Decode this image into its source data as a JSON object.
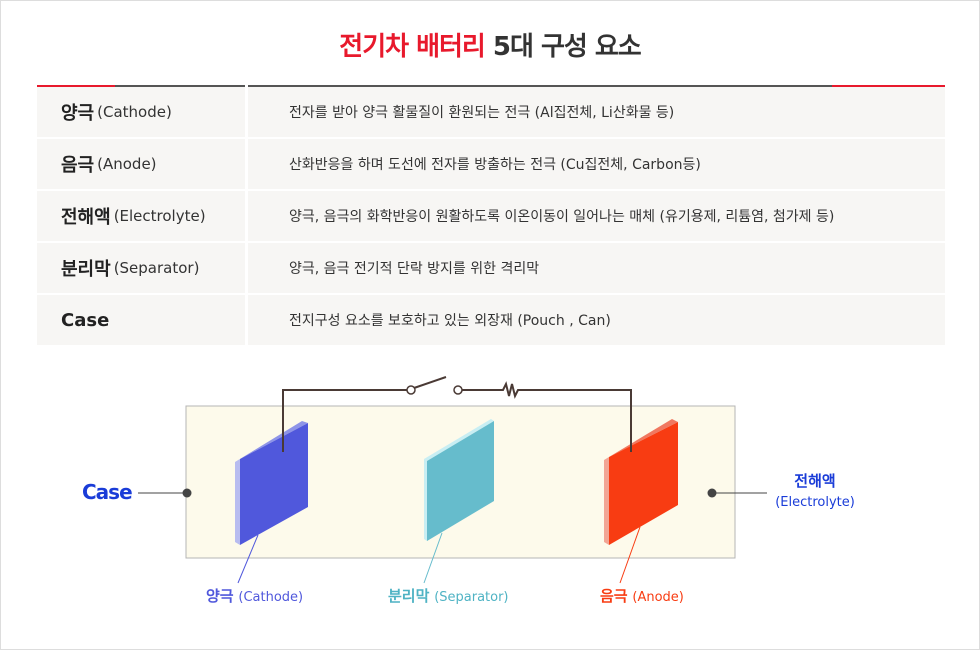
{
  "title": {
    "highlight": "전기차 배터리",
    "rest": " 5대 구성 요소"
  },
  "rows": [
    {
      "term": "양극",
      "en": "(Cathode)",
      "desc": "전자를 받아 양극 활물질이 환원되는 전극 (Al집전체, Li산화물 등)"
    },
    {
      "term": "음극",
      "en": "(Anode)",
      "desc": "산화반응을 하며 도선에 전자를 방출하는 전극 (Cu집전체, Carbon등)"
    },
    {
      "term": "전해액",
      "en": "(Electrolyte)",
      "desc": "양극, 음극의 화학반응이 원활하도록 이온이동이 일어나는 매체 (유기용제, 리튬염, 첨가제 등)"
    },
    {
      "term": "분리막",
      "en": "(Separator)",
      "desc": "양극, 음극 전기적 단락 방지를 위한 격리막"
    },
    {
      "term": "Case",
      "en": "",
      "desc": "전지구성 요소를 보호하고 있는 외장재 (Pouch , Can)"
    }
  ],
  "diagram": {
    "case": "Case",
    "electrolyte_ko": "전해액",
    "electrolyte_en": "(Electrolyte)",
    "cathode_ko": "양극",
    "cathode_en": "(Cathode)",
    "separator_ko": "분리막",
    "separator_en": "(Separator)",
    "anode_ko": "음극",
    "anode_en": "(Anode)"
  },
  "colors": {
    "accent": "#e8192c",
    "cathode": "#5058dc",
    "separator": "#66bccc",
    "anode": "#f83c12",
    "label_blue": "#1a3cd8",
    "case_fill": "#fdfaeb"
  }
}
